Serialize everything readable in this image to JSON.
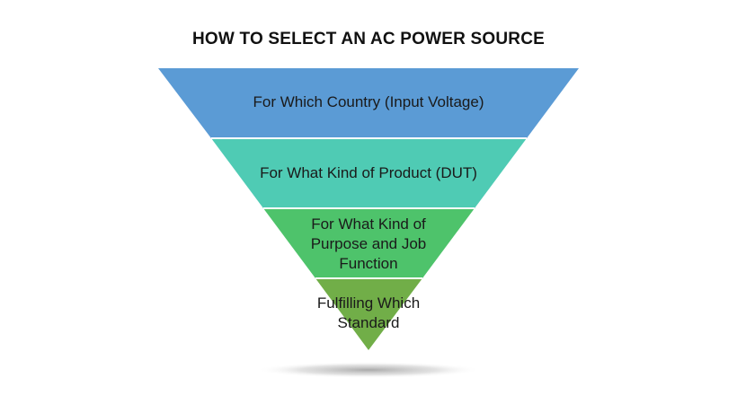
{
  "title": "HOW TO SELECT AN AC POWER SOURCE",
  "layers": [
    {
      "label": "For Which Country (Input Voltage)",
      "color": "#5b9bd5"
    },
    {
      "label": "For What Kind of Product (DUT)",
      "color": "#4fcbb4"
    },
    {
      "label": "For What Kind of Purpose and Job Function",
      "color": "#4ec36b"
    },
    {
      "label": "Fulfilling Which Standard",
      "color": "#71ae48"
    }
  ]
}
